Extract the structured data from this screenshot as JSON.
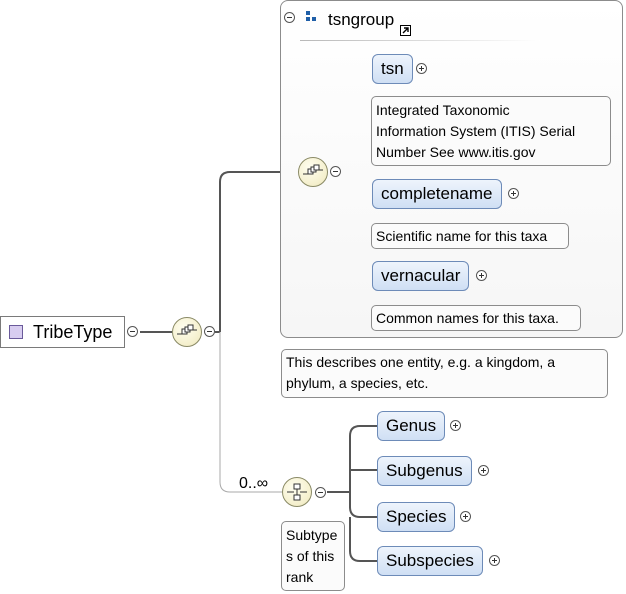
{
  "group": {
    "name": "tsngroup"
  },
  "root": {
    "name": "TribeType"
  },
  "elements": {
    "tsn": "tsn",
    "completename": "completename",
    "vernacular": "vernacular",
    "genus": "Genus",
    "subgenus": "Subgenus",
    "species": "Species",
    "subspecies": "Subspecies"
  },
  "notes": {
    "tsn": [
      "Integrated Taxonomic",
      "Information System (ITIS) Serial",
      "Number See www.itis.gov"
    ],
    "completename": "Scientific name for this taxa",
    "vernacular": "Common names for this taxa.",
    "group": [
      "This describes one entity, e.g. a kingdom, a",
      "phylum, a species, etc."
    ],
    "subtypes": [
      "Subtype",
      "s of this",
      "rank"
    ]
  },
  "occurrence": "0..∞"
}
